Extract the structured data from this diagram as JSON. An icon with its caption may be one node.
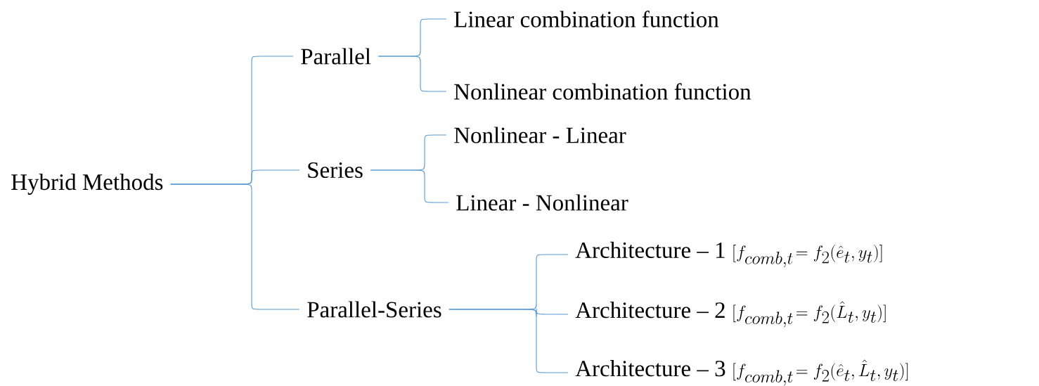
{
  "diagram": {
    "nodes": [
      {
        "text": [
          "Hybrid Methods"
        ]
      },
      {
        "text": [
          "Parallel"
        ]
      },
      {
        "text": [
          "Series"
        ]
      },
      {
        "text": [
          "Parallel-Series"
        ]
      },
      {
        "text": [
          "Linear combination function"
        ]
      },
      {
        "text": [
          "Nonlinear combination function"
        ]
      },
      {
        "text": [
          "Nonlinear - Linear"
        ]
      },
      {
        "text": [
          "Linear - Nonlinear"
        ]
      },
      {
        "text": [
          "Architecture – 1",
          "[f_{comb,t}\\!= f_2(\\hat{e}_t, y_t)]"
        ]
      },
      {
        "text": [
          "Architecture – 2",
          "[f_{comb,t}\\!= f_2(\\hat{L}_t, y_t)]"
        ]
      },
      {
        "text": [
          "Architecture – 3",
          "[f_{comb,t}\\!= f_2(\\hat{e}_t, \\hat{L}_t, y_t)]"
        ]
      }
    ],
    "edges": [
      {
        "from": 0,
        "to": 1,
        "arrow": "none"
      },
      {
        "from": 0,
        "to": 2,
        "arrow": "none"
      },
      {
        "from": 0,
        "to": 3,
        "arrow": "none"
      },
      {
        "from": 1,
        "to": 4,
        "arrow": "none"
      },
      {
        "from": 1,
        "to": 5,
        "arrow": "none"
      },
      {
        "from": 2,
        "to": 6,
        "arrow": "none"
      },
      {
        "from": 2,
        "to": 7,
        "arrow": "none"
      },
      {
        "from": 3,
        "to": 8,
        "arrow": "none"
      },
      {
        "from": 3,
        "to": 9,
        "arrow": "none"
      },
      {
        "from": 3,
        "to": 10,
        "arrow": "none"
      }
    ]
  }
}
